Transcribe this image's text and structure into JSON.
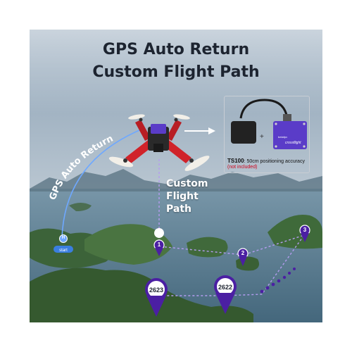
{
  "title": {
    "line1": "GPS Auto Return",
    "line2": "Custom Flight Path"
  },
  "labels": {
    "gps_auto_return": "GPS Auto Return",
    "custom_flight_path_1": "Custom",
    "custom_flight_path_2": "Flight",
    "custom_flight_path_3": "Path",
    "start": "start",
    "home": "H"
  },
  "inset": {
    "module_name": "TS100",
    "module_desc": ": 50cm positioning accuracy",
    "note": "(not included)",
    "plus": "+",
    "board_brand": "betafpv",
    "board_name": "crossflight"
  },
  "waypoints": {
    "wp1": "1",
    "wp2": "2",
    "wp3": "3",
    "marker_a": "2623",
    "marker_b": "2622"
  },
  "colors": {
    "sky_top": "#6f8aa2",
    "sky_bottom": "#c2cdd6",
    "sea": "#5c8196",
    "island": "#3f6b3a",
    "pin": "#4b1fa3",
    "path": "#b49cf0",
    "return_arc": "#6ea8ff",
    "drone_frame": "#d0232a"
  }
}
